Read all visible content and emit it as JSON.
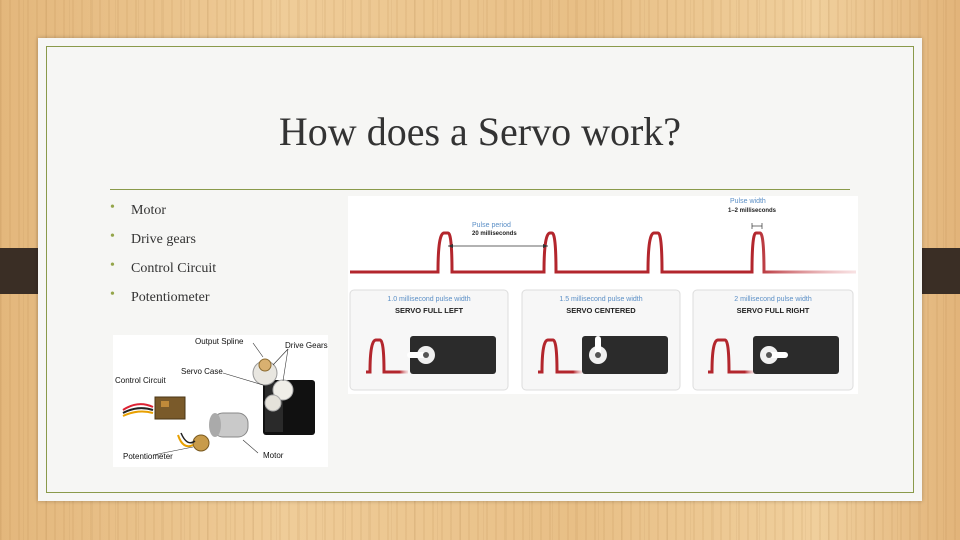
{
  "slide": {
    "title": "How does a Servo work?",
    "bullets": [
      "Motor",
      "Drive gears",
      "Control Circuit",
      "Potentiometer"
    ]
  },
  "servo_image": {
    "labels": {
      "output_spline": "Output Spline",
      "drive_gears": "Drive Gears",
      "servo_case": "Servo Case",
      "control_circuit": "Control Circuit",
      "potentiometer": "Potentiometer",
      "motor": "Motor"
    }
  },
  "pulse_diagram": {
    "pulse_period_label": "Pulse period",
    "pulse_period_value": "20 milliseconds",
    "pulse_width_label": "Pulse width",
    "pulse_width_value": "1–2 milliseconds",
    "panels": [
      {
        "label": "1.0 millisecond pulse width",
        "title": "SERVO FULL LEFT",
        "horn_angle_deg": -90
      },
      {
        "label": "1.5 millisecond pulse width",
        "title": "SERVO CENTERED",
        "horn_angle_deg": 0
      },
      {
        "label": "2 millisecond pulse width",
        "title": "SERVO FULL RIGHT",
        "horn_angle_deg": 90
      }
    ],
    "colors": {
      "signal": "#b3262d",
      "label_blue": "#5b8fc6"
    }
  },
  "theme": {
    "frame_color": "#8a9a4a",
    "bullet_color": "#94a54a",
    "tab_color": "#3a2e25"
  }
}
